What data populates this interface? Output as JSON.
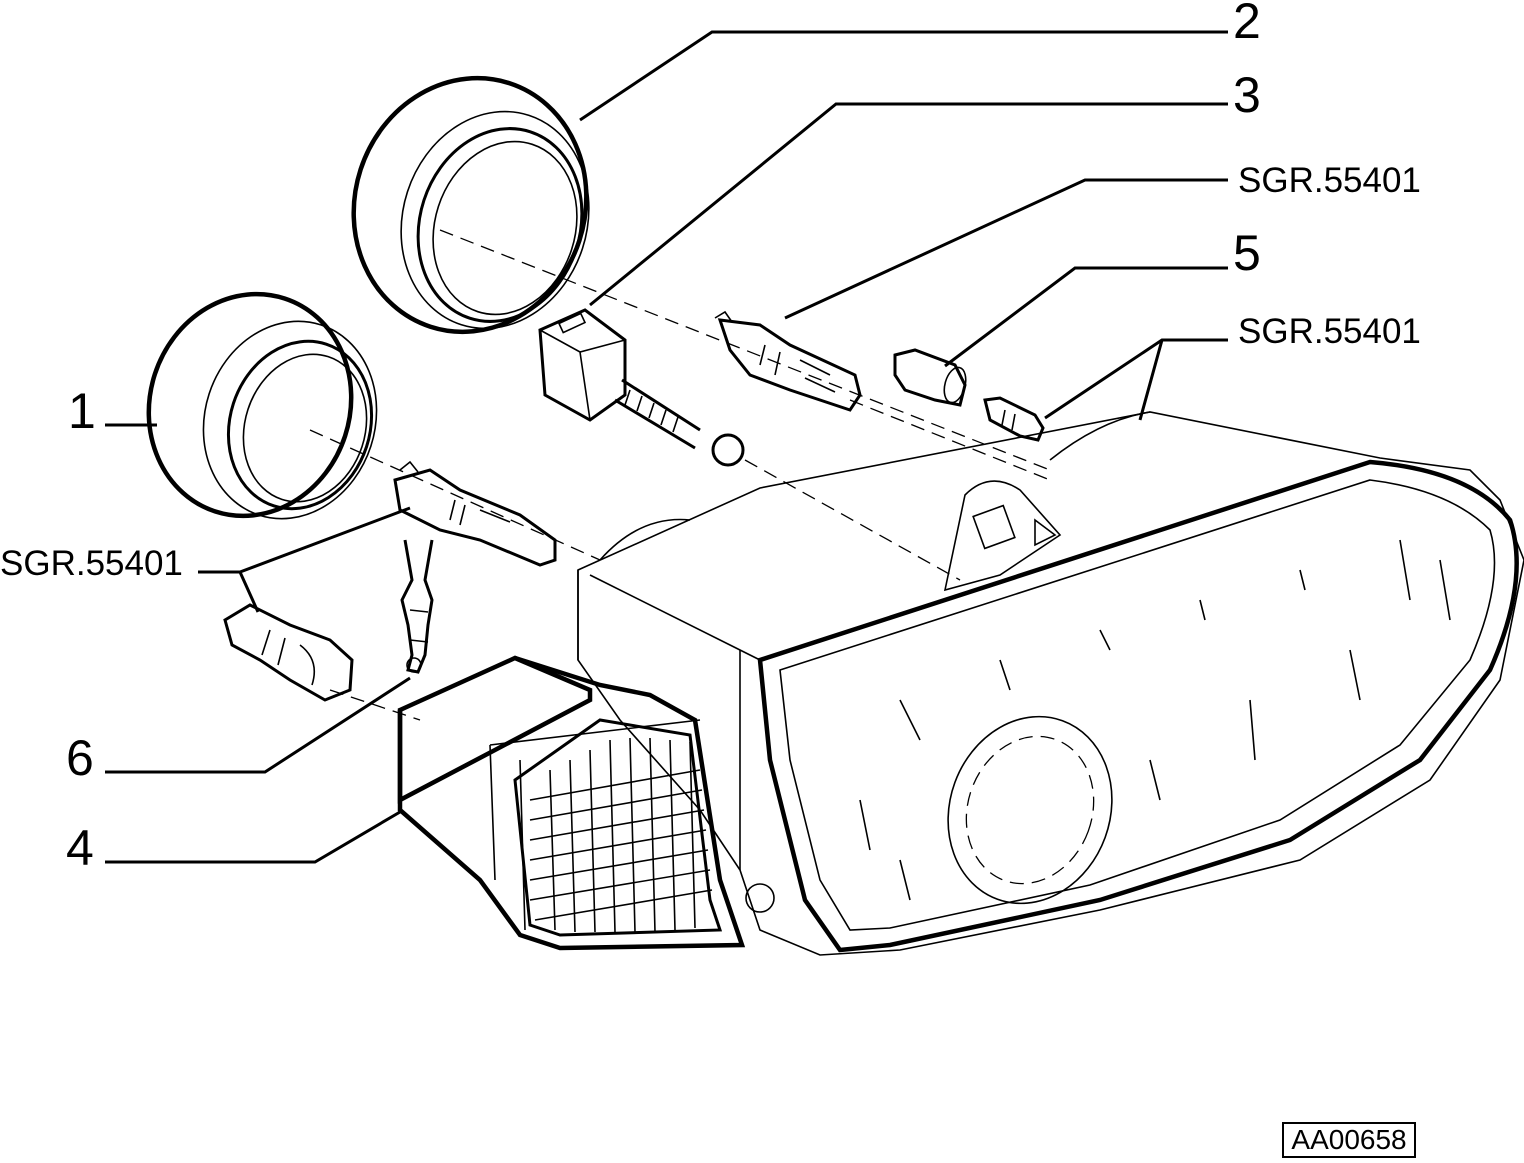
{
  "labels": {
    "l1": "1",
    "l2": "2",
    "l3": "3",
    "l4": "4",
    "l5": "5",
    "l6": "6",
    "ref_top": "SGR.55401",
    "ref_mid": "SGR.55401",
    "ref_left": "SGR.55401"
  },
  "drawing_code": "AA00658"
}
